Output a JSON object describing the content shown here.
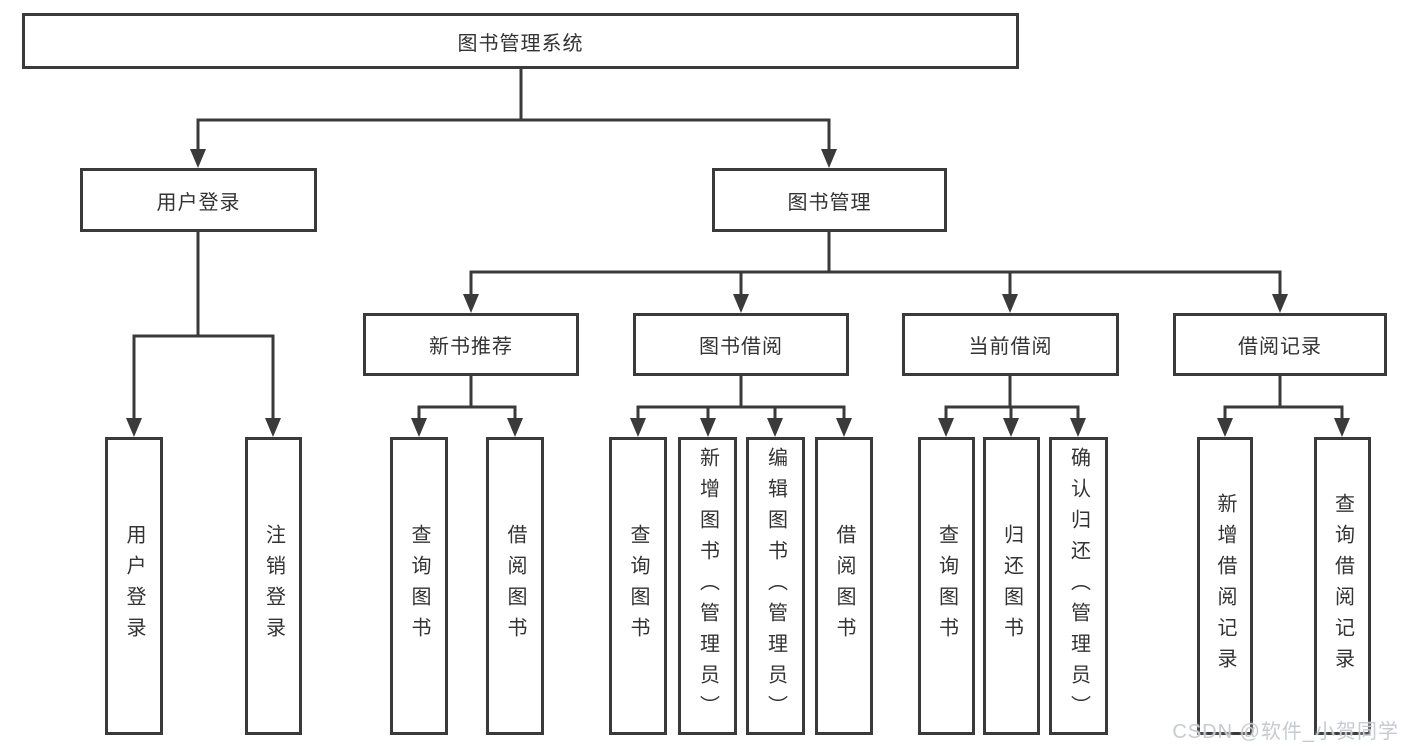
{
  "diagram": {
    "colors": {
      "line": "#3a3a3a",
      "text": "#333333",
      "background": "#ffffff",
      "watermark_text": "#c6cbd1"
    },
    "tree": {
      "label": "图书管理系统",
      "children": [
        {
          "label": "用户登录",
          "children": [
            {
              "label": "用户登录"
            },
            {
              "label": "注销登录"
            }
          ]
        },
        {
          "label": "图书管理",
          "children": [
            {
              "label": "新书推荐",
              "children": [
                {
                  "label": "查询图书"
                },
                {
                  "label": "借阅图书"
                }
              ]
            },
            {
              "label": "图书借阅",
              "children": [
                {
                  "label": "查询图书"
                },
                {
                  "label": "新增图书（管理员）"
                },
                {
                  "label": "编辑图书（管理员）"
                },
                {
                  "label": "借阅图书"
                }
              ]
            },
            {
              "label": "当前借阅",
              "children": [
                {
                  "label": "查询图书"
                },
                {
                  "label": "归还图书"
                },
                {
                  "label": "确认归还（管理员）"
                }
              ]
            },
            {
              "label": "借阅记录",
              "children": [
                {
                  "label": "新增借阅记录"
                },
                {
                  "label": "查询借阅记录"
                }
              ]
            }
          ]
        }
      ]
    },
    "watermark": "CSDN @软件_小贺同学"
  }
}
